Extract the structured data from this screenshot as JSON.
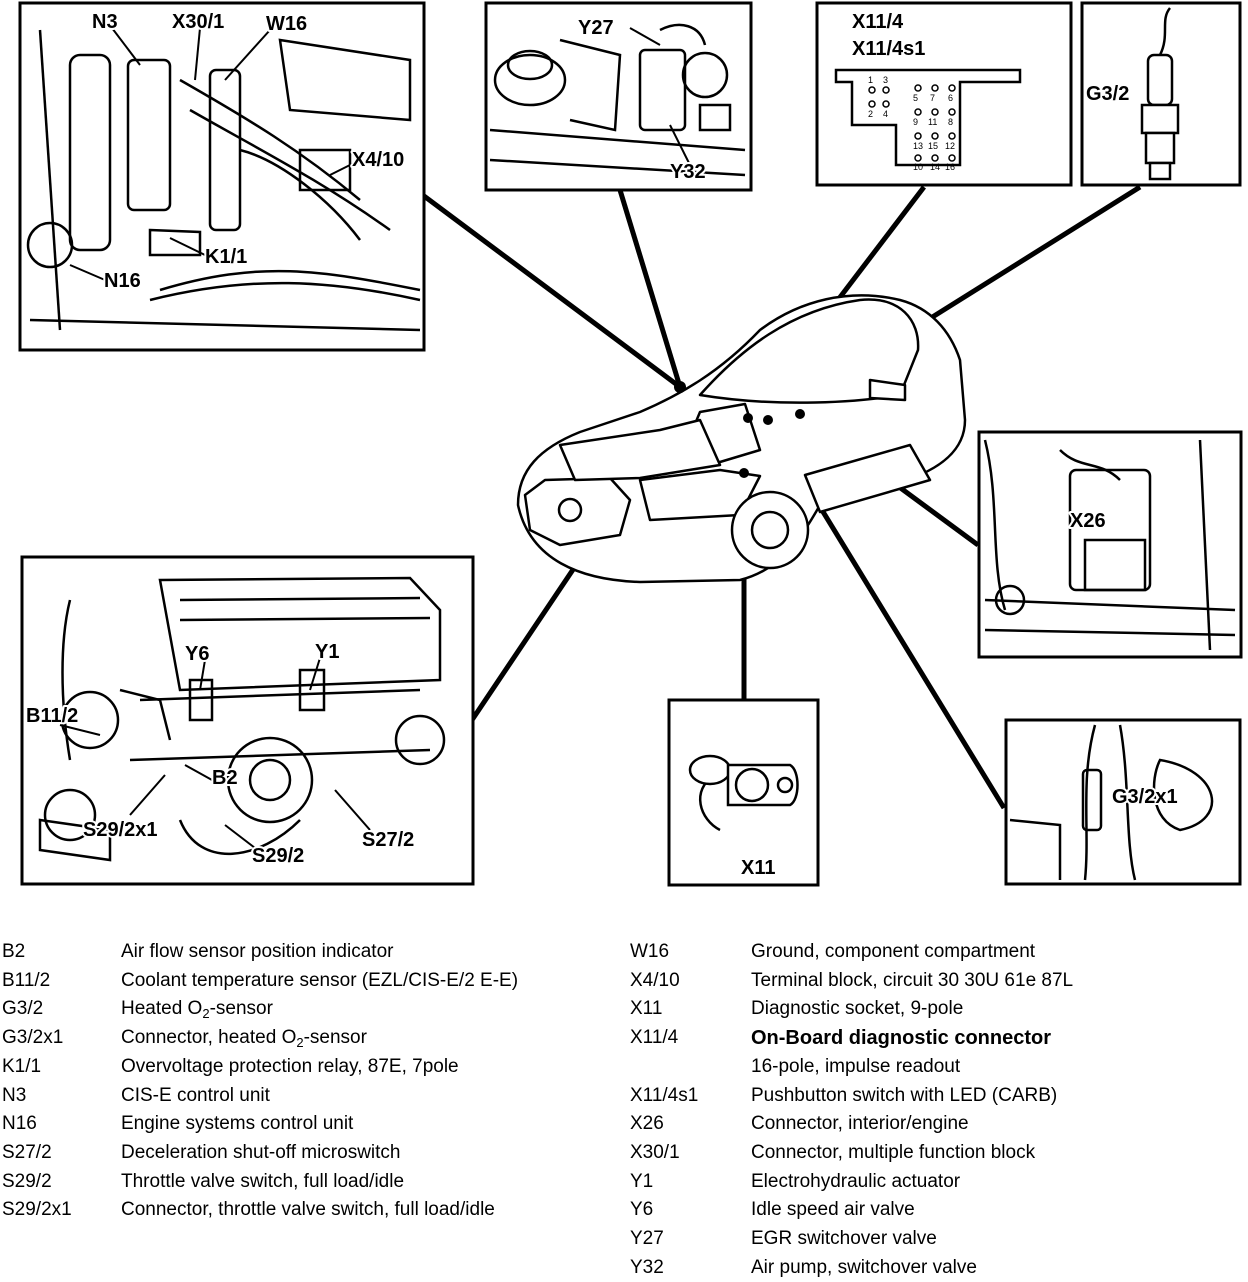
{
  "callouts": {
    "n3": "N3",
    "x30_1": "X30/1",
    "w16": "W16",
    "x4_10": "X4/10",
    "k1_1": "K1/1",
    "n16": "N16",
    "y27": "Y27",
    "y32": "Y32",
    "x11_4": "X11/4",
    "x11_4s1": "X11/4s1",
    "g3_2": "G3/2",
    "x26": "X26",
    "y6": "Y6",
    "y1": "Y1",
    "b11_2": "B11/2",
    "b2": "B2",
    "s29_2x1": "S29/2x1",
    "s29_2": "S29/2",
    "s27_2": "S27/2",
    "x11": "X11",
    "g3_2x1": "G3/2x1"
  },
  "connector_pins": [
    "1",
    "2",
    "3",
    "4",
    "5",
    "6",
    "7",
    "8",
    "9",
    "10",
    "11",
    "12",
    "13",
    "14",
    "15",
    "16"
  ],
  "legend_left": [
    {
      "code": "B2",
      "desc": "Air flow sensor position indicator"
    },
    {
      "code": "B11/2",
      "desc": "Coolant temperature sensor (EZL/CIS-E/2 E-E)"
    },
    {
      "code": "G3/2",
      "pre": "Heated O",
      "sub": "2",
      "post": "-sensor"
    },
    {
      "code": "G3/2x1",
      "pre": "Connector, heated O",
      "sub": "2",
      "post": "-sensor"
    },
    {
      "code": "K1/1",
      "desc": "Overvoltage protection relay, 87E, 7pole"
    },
    {
      "code": "N3",
      "desc": "CIS-E control unit"
    },
    {
      "code": "N16",
      "desc": "Engine systems control unit"
    },
    {
      "code": "S27/2",
      "desc": "Deceleration shut-off microswitch"
    },
    {
      "code": "S29/2",
      "desc": "Throttle valve switch, full load/idle"
    },
    {
      "code": "S29/2x1",
      "desc": "Connector, throttle valve switch, full load/idle"
    }
  ],
  "legend_right": [
    {
      "code": "W16",
      "desc": "Ground, component compartment"
    },
    {
      "code": "X4/10",
      "desc": "Terminal block, circuit 30 30U 61e 87L"
    },
    {
      "code": "X11",
      "desc": "Diagnostic socket, 9-pole"
    },
    {
      "code": "X11/4",
      "desc": "On-Board diagnostic connector",
      "bold": true
    },
    {
      "code": "",
      "desc": "16-pole, impulse readout"
    },
    {
      "code": "X11/4s1",
      "desc": "Pushbutton switch with LED (CARB)"
    },
    {
      "code": "X26",
      "desc": "Connector, interior/engine"
    },
    {
      "code": "X30/1",
      "desc": "Connector, multiple function block"
    },
    {
      "code": "Y1",
      "desc": "Electrohydraulic actuator"
    },
    {
      "code": "Y6",
      "desc": "Idle speed air valve"
    },
    {
      "code": "Y27",
      "desc": "EGR switchover valve"
    },
    {
      "code": "Y32",
      "desc": "Air pump, switchover valve"
    }
  ]
}
